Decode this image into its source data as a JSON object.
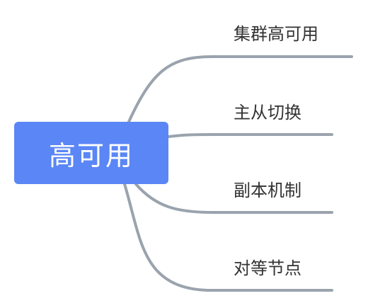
{
  "mindmap": {
    "root": {
      "label": "高可用",
      "fill": "#5b86f5"
    },
    "connector_color": "#9aa3ad",
    "branches": [
      {
        "label": "集群高可用"
      },
      {
        "label": "主从切换"
      },
      {
        "label": "副本机制"
      },
      {
        "label": "对等节点"
      }
    ]
  }
}
